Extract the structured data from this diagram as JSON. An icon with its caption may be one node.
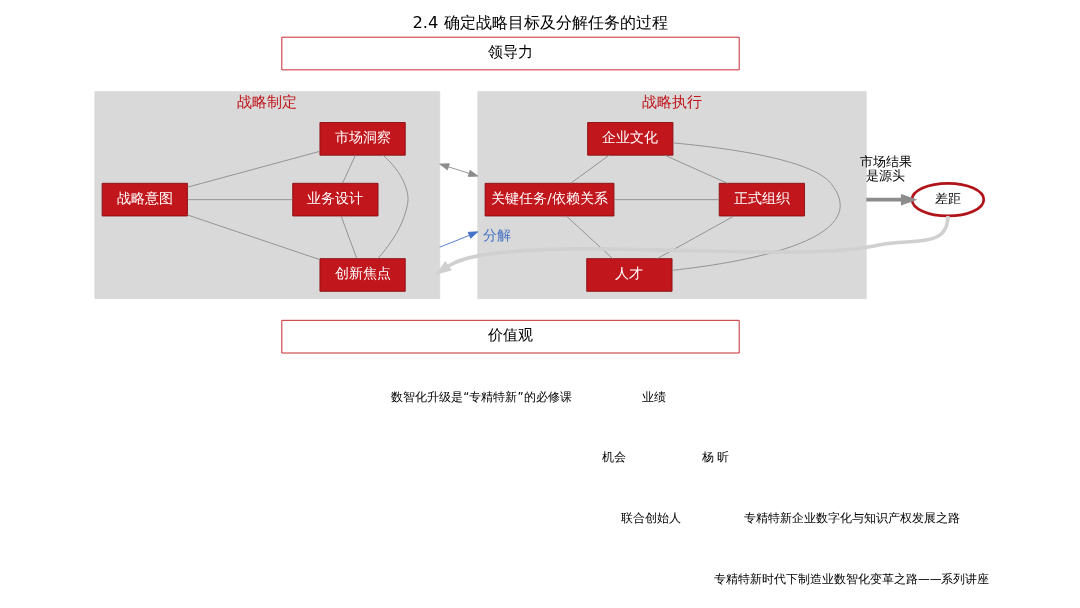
{
  "diagram": {
    "title": "2.4 确定战略目标及分解任务的过程",
    "nodes": [
      {
        "text": [
          "领导力"
        ]
      },
      {
        "text": [
          "战略制定"
        ]
      },
      {
        "text": [
          "市场洞察"
        ],
        "in": 1
      },
      {
        "text": [
          "战略意图"
        ],
        "in": 1
      },
      {
        "text": [
          "业务设计"
        ],
        "in": 1
      },
      {
        "text": [
          "创新焦点"
        ],
        "in": 1
      },
      {
        "text": [
          "战略执行"
        ]
      },
      {
        "text": [
          "企业文化"
        ],
        "in": 6
      },
      {
        "text": [
          "关键任务/依赖关系"
        ],
        "in": 6
      },
      {
        "text": [
          "正式组织"
        ],
        "in": 6
      },
      {
        "text": [
          "人才"
        ],
        "in": 6
      },
      {
        "text": [
          "差距"
        ],
        "beside": [
          "市场结果",
          "是源头"
        ]
      },
      {
        "text": [
          "价值观"
        ]
      }
    ],
    "edges": [
      {
        "from": 2,
        "to": 3,
        "arrow": "none"
      },
      {
        "from": 2,
        "to": 4,
        "arrow": "none"
      },
      {
        "from": 2,
        "to": 5,
        "arrow": "none"
      },
      {
        "from": 3,
        "to": 4,
        "arrow": "none"
      },
      {
        "from": 3,
        "to": 5,
        "arrow": "none"
      },
      {
        "from": 4,
        "to": 5,
        "arrow": "none"
      },
      {
        "from": 7,
        "to": 8,
        "arrow": "none"
      },
      {
        "from": 7,
        "to": 9,
        "arrow": "none"
      },
      {
        "from": 7,
        "to": 10,
        "arrow": "none"
      },
      {
        "from": 8,
        "to": 9,
        "arrow": "none"
      },
      {
        "from": 8,
        "to": 10,
        "arrow": "none"
      },
      {
        "from": 9,
        "to": 10,
        "arrow": "none"
      },
      {
        "from": 1,
        "to": 6,
        "arrow": "both"
      },
      {
        "from": 1,
        "to": 6,
        "arrow": "to",
        "label": "分解",
        "color": "#4472c4"
      },
      {
        "from": 6,
        "to": 11,
        "arrow": "to",
        "style": "thick"
      },
      {
        "from": 11,
        "to": 1,
        "arrow": "to",
        "style": "thick",
        "color": "#d0d0d0"
      }
    ],
    "labels": [
      "数智化升级是“专精特新”的必修课",
      "业绩",
      "机会",
      "杨 昕",
      "联合创始人",
      "专精特新企业数字化与知识产权发展之路",
      "专精特新时代下制造业数智化变革之路——系列讲座"
    ]
  }
}
